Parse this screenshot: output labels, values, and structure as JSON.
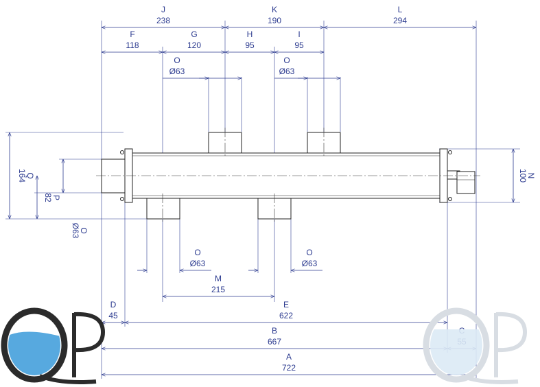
{
  "drawing": {
    "top_dims": [
      {
        "letter": "J",
        "value": "238"
      },
      {
        "letter": "K",
        "value": "190"
      },
      {
        "letter": "L",
        "value": "294"
      },
      {
        "letter": "F",
        "value": "118"
      },
      {
        "letter": "G",
        "value": "120"
      },
      {
        "letter": "H",
        "value": "95"
      },
      {
        "letter": "I",
        "value": "95"
      }
    ],
    "top_ports": [
      {
        "letter": "O",
        "value": "Ø63"
      },
      {
        "letter": "O",
        "value": "Ø63"
      }
    ],
    "bottom_ports": [
      {
        "letter": "O",
        "value": "Ø63"
      },
      {
        "letter": "O",
        "value": "Ø63"
      }
    ],
    "left_dims": [
      {
        "letter": "Q",
        "value": "164"
      },
      {
        "letter": "P",
        "value": "82"
      },
      {
        "letter": "O",
        "value": "Ø63"
      }
    ],
    "right_dim": {
      "letter": "N",
      "value": "100"
    },
    "bottom_dims": [
      {
        "letter": "M",
        "value": "215"
      },
      {
        "letter": "D",
        "value": "45"
      },
      {
        "letter": "E",
        "value": "622"
      },
      {
        "letter": "B",
        "value": "667"
      },
      {
        "letter": "C",
        "value": "55"
      },
      {
        "letter": "A",
        "value": "722"
      }
    ]
  },
  "logos": {
    "left": {
      "text": "QP",
      "color": "#2b2b2b",
      "water": "#3a9ad9"
    },
    "right": {
      "text": "QP",
      "color": "#d8dde3",
      "water": "#dbeaf5"
    }
  }
}
